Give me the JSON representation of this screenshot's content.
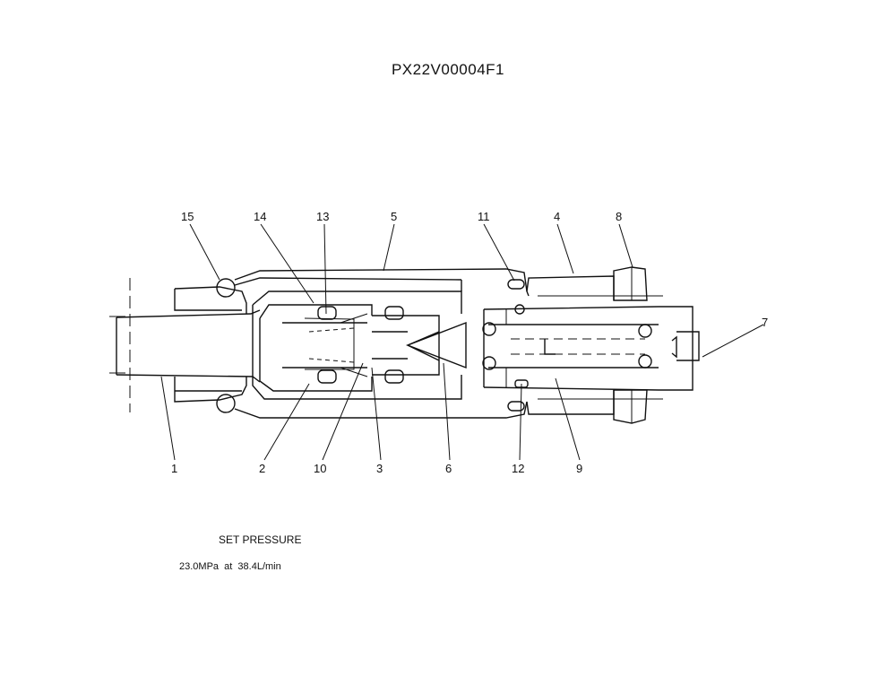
{
  "drawing": {
    "title": "PX22V00004F1",
    "callouts": {
      "c1": "1",
      "c2": "2",
      "c3": "3",
      "c4": "4",
      "c5": "5",
      "c6": "6",
      "c7": "7",
      "c8": "8",
      "c9": "9",
      "c10": "10",
      "c11": "11",
      "c12": "12",
      "c13": "13",
      "c14": "14",
      "c15": "15"
    }
  },
  "notes": {
    "set_pressure_label": "SET PRESSURE",
    "set_pressure_value": "23.0MPa  at  38.4L/min"
  }
}
